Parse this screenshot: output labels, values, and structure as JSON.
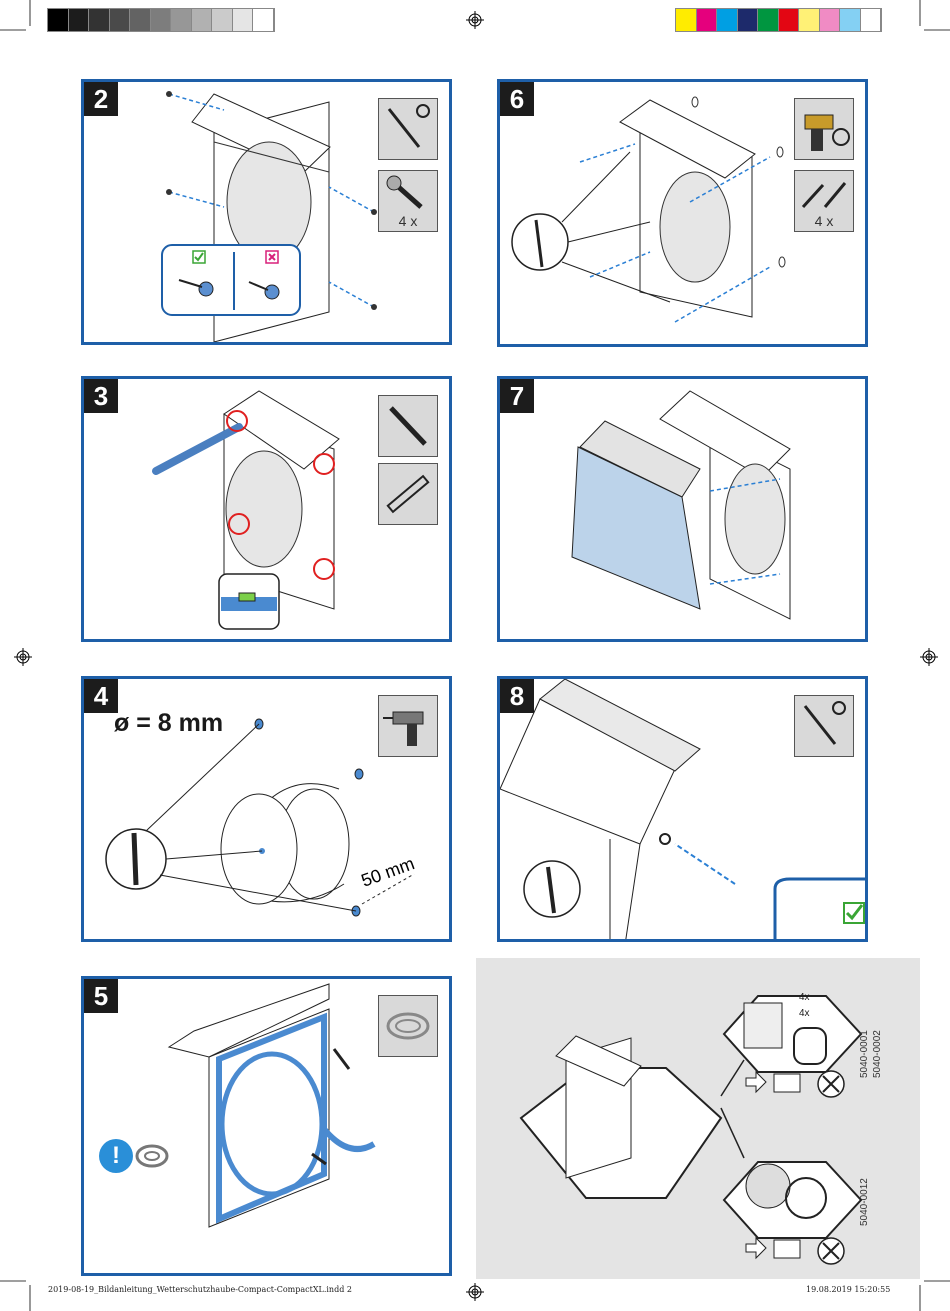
{
  "steps": {
    "s2": {
      "number": "2",
      "tool_qty": "4 x"
    },
    "s3": {
      "number": "3"
    },
    "s4": {
      "number": "4",
      "diameter": "ø = 8 mm",
      "distance": "50 mm"
    },
    "s5": {
      "number": "5",
      "notice_symbol": "!"
    },
    "s6": {
      "number": "6",
      "tool_qty": "4 x"
    },
    "s7": {
      "number": "7"
    },
    "s8": {
      "number": "8"
    }
  },
  "accessories": {
    "kit1_qty_a": "4x",
    "kit1_qty_b": "4x",
    "kit1_codes": [
      "5040-0001",
      "5040-0002"
    ],
    "kit2_code": "5040-0012"
  },
  "footer": {
    "filename": "2019-08-19_Bildanleitung_Wetterschutzhaube-Compact-CompactXL.indd   2",
    "datetime": "19.08.2019   15:20:55"
  },
  "colors": {
    "panel_border": "#1e5fa8",
    "screw_arrow": "#2a7fd4",
    "gasket": "#4a8ad0",
    "mark_circle": "#e02020",
    "check_green": "#3aa535",
    "cross_red": "#d8207a"
  },
  "icons": {
    "check": "check-icon",
    "cross": "cross-icon",
    "screwdriver": "screwdriver-icon",
    "screw": "screw-icon",
    "drill": "drill-icon",
    "pencil": "pencil-icon",
    "level": "spirit-level-icon",
    "gasket": "gasket-roll-icon",
    "book": "manual-icon"
  }
}
